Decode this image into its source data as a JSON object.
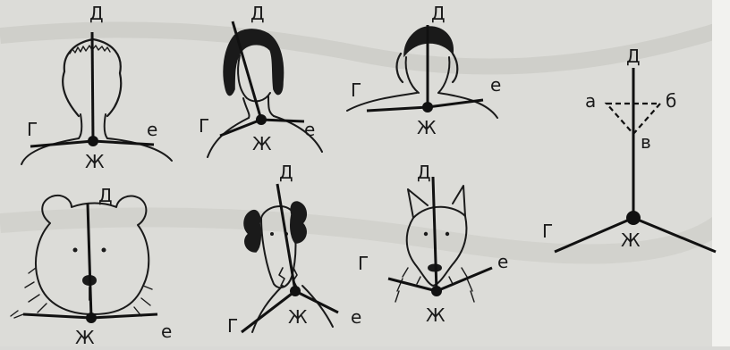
{
  "labels": {
    "d": "Д",
    "g": "Г",
    "e": "е",
    "zh": "Ж",
    "a": "а",
    "b": "б",
    "v": "в"
  }
}
